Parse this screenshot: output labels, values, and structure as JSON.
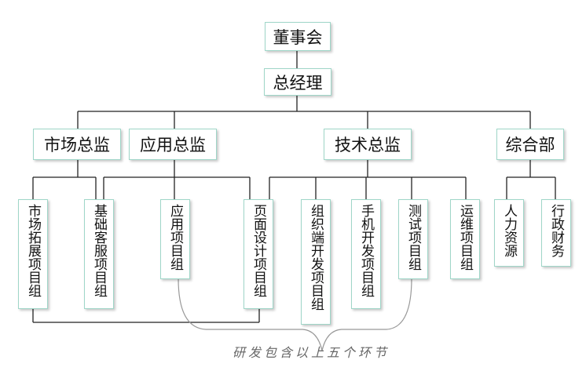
{
  "top": {
    "board": "董事会",
    "gm": "总经理"
  },
  "directors": {
    "market": "市场总监",
    "app": "应用总监",
    "tech": "技术总监",
    "admin": "综合部"
  },
  "groups": {
    "market_expand": "市场拓展项目组",
    "customer_service": "基础客服项目组",
    "application": "应用项目组",
    "page_design": "页面设计项目组",
    "frontend": "组织端开发项目组",
    "mobile_dev": "手机开发项目组",
    "testing": "测试项目组",
    "ops": "运维项目组",
    "hr": "人力资源",
    "admin_finance": "行政财务"
  },
  "note": "研发包含以上五个环节",
  "colors": {
    "border": "#9fd6c8",
    "line": "#222222",
    "brace": "#999999"
  }
}
